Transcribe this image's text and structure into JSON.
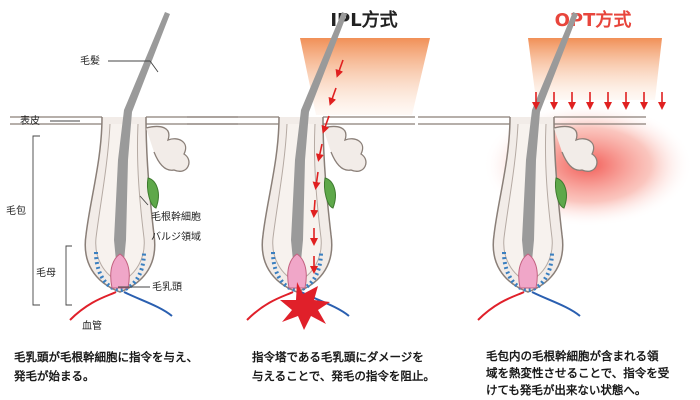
{
  "panels": {
    "ipl": {
      "title": "IPL方式",
      "title_color": "#222222"
    },
    "opt": {
      "title": "OPT方式",
      "title_color": "#e8453c"
    }
  },
  "labels": {
    "hair": "毛髪",
    "epidermis": "表皮",
    "follicle": "毛包",
    "matrix": "毛母",
    "stem_cells": "毛根幹細胞",
    "bulge": "バルジ領域",
    "papilla": "毛乳頭",
    "vessel": "血管"
  },
  "captions": {
    "left": "毛乳頭が毛根幹細胞に指令を与え、\n発毛が始まる。",
    "middle": "指令塔である毛乳頭にダメージを\n与えることで、発毛の指令を阻止。",
    "right": "毛包内の毛根幹細胞が含まれる領\n域を熱変性させることで、指令を受\nけても発毛が出来ない状態へ。"
  },
  "colors": {
    "skin_fill": "#f2ece8",
    "skin_stroke": "#8a7f78",
    "hair_shaft": "#9a9a9a",
    "papilla": "#f0a6c8",
    "cells": "#3a7fc0",
    "bulge_cells": "#5ea84a",
    "vessel_red": "#e0202a",
    "vessel_blue": "#2a5fb0",
    "light_beam": "#f3a070",
    "heat_glow": "#f24a3a",
    "arrow_red": "#e02020"
  }
}
